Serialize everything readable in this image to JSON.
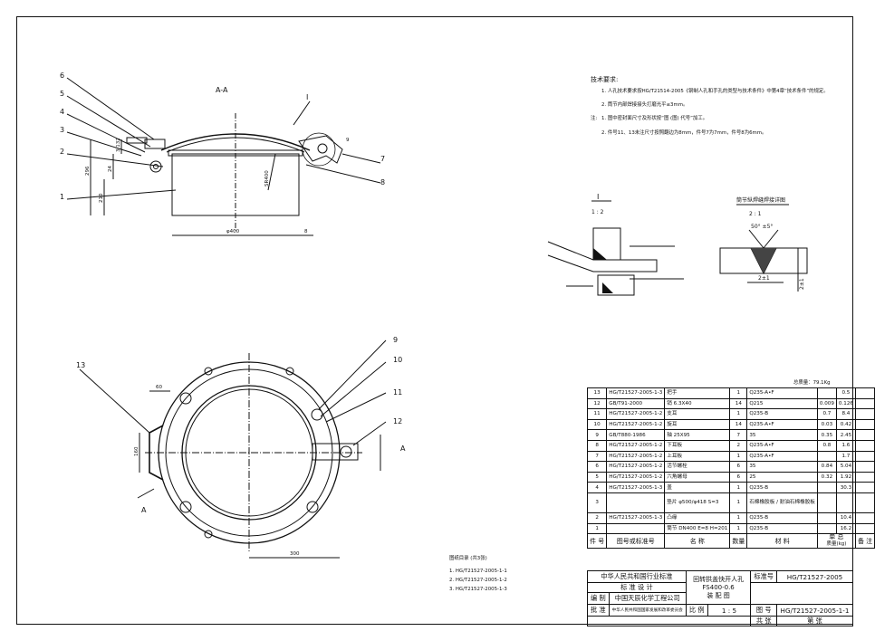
{
  "section_label": "A-A",
  "callouts_top": [
    "6",
    "5",
    "4",
    "3",
    "2",
    "1",
    "I",
    "7",
    "8"
  ],
  "callouts_bottom": [
    "9",
    "10",
    "11",
    "12",
    "13"
  ],
  "dims_top": {
    "d400": "φ400",
    "sr400": "SR400",
    "h296": "296",
    "h210": "210",
    "h24": "24",
    "h3132": "3 132",
    "w8": "8",
    "w9": "9"
  },
  "dims_bottom": {
    "d60": "60",
    "d160": "160",
    "d300": "300",
    "view_a": "A"
  },
  "tech_requirements": {
    "heading": "技术要求:",
    "items": [
      "1. 人孔技术要求按HG/T21514-2005《钢制人孔和手孔的类型与技术条件》中第4章“技术条件”的规定。",
      "2. 筒节内部焊接接头打磨光平≤3mm。"
    ],
    "note_heading": "注:",
    "notes": [
      "1. 图中密封面尺寸及形状按“图 (图) 代号”加工。",
      "2. 件号11、13未注尺寸按照翻边为8mm，件号7为7mm，件号8为6mm。"
    ]
  },
  "detail_I": {
    "label": "I",
    "scale": "1 : 2"
  },
  "detail_weld": {
    "title": "筒节纵焊缝焊接详图",
    "scale": "2 : 1",
    "angle": "50° ±5°",
    "dim1": "2±1",
    "dim2": "2±1"
  },
  "total_weight": "总质量：79.1Kg",
  "bom_rows": [
    {
      "no": "13",
      "code": "HG/T21527-2005-1-3",
      "name": "把手",
      "qty": "1",
      "mat": "Q235-A•F",
      "unit": "",
      "total": "0.5",
      "note": ""
    },
    {
      "no": "12",
      "code": "GB/T91-2000",
      "name": "销  6.3X40",
      "qty": "14",
      "mat": "Q215",
      "unit": "0.009",
      "total": "0.126",
      "note": ""
    },
    {
      "no": "11",
      "code": "HG/T21527-2005-1-2",
      "name": "支耳",
      "qty": "1",
      "mat": "Q235-B",
      "unit": "0.7",
      "total": "8.4",
      "note": ""
    },
    {
      "no": "10",
      "code": "HG/T21527-2005-1-2",
      "name": "旋耳",
      "qty": "14",
      "mat": "Q235-A•F",
      "unit": "0.03",
      "total": "0.42",
      "note": ""
    },
    {
      "no": "9",
      "code": "GB/T880-1986",
      "name": "轴  25X95",
      "qty": "7",
      "mat": "35",
      "unit": "0.35",
      "total": "2.45",
      "note": ""
    },
    {
      "no": "8",
      "code": "HG/T21527-2005-1-2",
      "name": "下耳板",
      "qty": "2",
      "mat": "Q235-A•F",
      "unit": "0.8",
      "total": "1.6",
      "note": ""
    },
    {
      "no": "7",
      "code": "HG/T21527-2005-1-2",
      "name": "上耳板",
      "qty": "1",
      "mat": "Q235-A•F",
      "unit": "",
      "total": "1.7",
      "note": ""
    },
    {
      "no": "6",
      "code": "HG/T21527-2005-1-2",
      "name": "活节螺栓",
      "qty": "6",
      "mat": "35",
      "unit": "0.84",
      "total": "5.04",
      "note": ""
    },
    {
      "no": "5",
      "code": "HG/T21527-2005-1-2",
      "name": "六角螺母",
      "qty": "6",
      "mat": "25",
      "unit": "0.32",
      "total": "1.92",
      "note": ""
    },
    {
      "no": "4",
      "code": "HG/T21527-2005-1-3",
      "name": "盖",
      "qty": "1",
      "mat": "Q235-B",
      "unit": "",
      "total": "30.3",
      "note": ""
    },
    {
      "no": "3",
      "code": "",
      "name": "垫片  φ500/φ418  S=3",
      "qty": "1",
      "mat": "石棉橡胶板 / 耐油石棉橡胶板",
      "unit": "",
      "total": "",
      "note": ""
    },
    {
      "no": "2",
      "code": "HG/T21527-2005-1-3",
      "name": "凸缘",
      "qty": "1",
      "mat": "Q235-B",
      "unit": "",
      "total": "10.4",
      "note": ""
    },
    {
      "no": "1",
      "code": "",
      "name": "筒节  DN400  E=8  H=201",
      "qty": "1",
      "mat": "Q235-B",
      "unit": "",
      "total": "16.2",
      "note": ""
    }
  ],
  "bom_header": {
    "no": "件 号",
    "code": "图号或标准号",
    "name": "名          称",
    "qty": "数量",
    "mat": "材   料",
    "unit": "单",
    "total": "总",
    "weight": "质量(kg)",
    "note": "备  注"
  },
  "ref_list": {
    "heading": "图纸目录  (共3张)",
    "items": [
      "1. HG/T21527-2005-1-1",
      "2. HG/T21527-2005-1-2",
      "3. HG/T21527-2005-1-3"
    ]
  },
  "title_block": {
    "std_org_1": "中华人民共和国行业标准",
    "std_org_2": "标  准  设  计",
    "product_1": "回转拱盖快开人孔",
    "product_2": "FS400-0.6",
    "product_3": "装 配 图",
    "std_no_label": "标准号",
    "std_no": "HG/T21527-2005",
    "compile_label": "编 制",
    "compile_org": "中国天辰化学工程公司",
    "drawing_no_label": "图  号",
    "drawing_no": "HG/T21527-2005-1-1",
    "approve_label": "批 准",
    "approve_org": "中华人民共和国国家发展和改革委员会",
    "scale_label": "比 例",
    "scale": "1 : 5",
    "sheets_total": "共",
    "sheets_unit": "张",
    "sheet_no": "第",
    "sheet_unit": "张"
  }
}
